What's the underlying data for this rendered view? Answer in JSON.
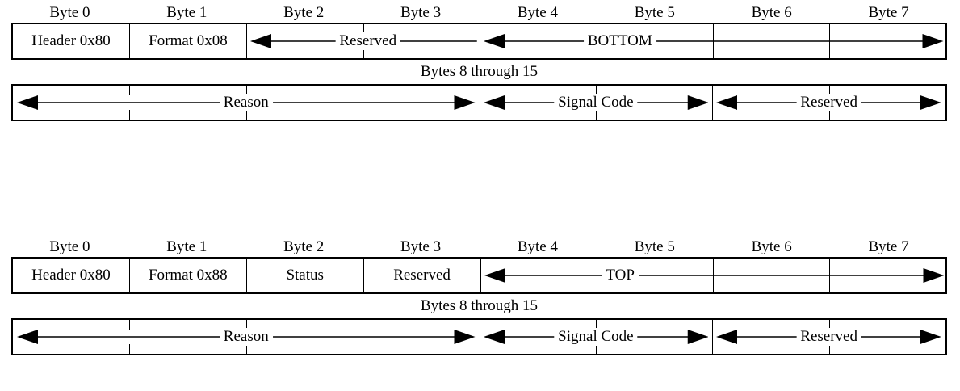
{
  "diagrams": [
    {
      "id": "bottom-message",
      "byte_labels": [
        "Byte 0",
        "Byte 1",
        "Byte 2",
        "Byte 3",
        "Byte 4",
        "Byte 5",
        "Byte 6",
        "Byte 7"
      ],
      "cells": [
        {
          "text": "Header 0x80",
          "bytes": 1,
          "kind": "text"
        },
        {
          "text": "Format 0x08",
          "bytes": 1,
          "kind": "text"
        },
        {
          "text": "Reserved",
          "bytes": 2,
          "kind": "span-arrow-left"
        },
        {
          "text": "BOTTOM",
          "bytes": 4,
          "kind": "span-arrow-both"
        }
      ],
      "caption": "Bytes 8 through 15",
      "fields": [
        {
          "label": "Reason",
          "bytes": 4
        },
        {
          "label": "Signal Code",
          "bytes": 2
        },
        {
          "label": "Reserved",
          "bytes": 2
        }
      ]
    },
    {
      "id": "top-message",
      "byte_labels": [
        "Byte 0",
        "Byte 1",
        "Byte 2",
        "Byte 3",
        "Byte 4",
        "Byte 5",
        "Byte 6",
        "Byte 7"
      ],
      "cells": [
        {
          "text": "Header 0x80",
          "bytes": 1,
          "kind": "text"
        },
        {
          "text": "Format 0x88",
          "bytes": 1,
          "kind": "text"
        },
        {
          "text": "Status",
          "bytes": 1,
          "kind": "text"
        },
        {
          "text": "Reserved",
          "bytes": 1,
          "kind": "text"
        },
        {
          "text": "TOP",
          "bytes": 4,
          "kind": "span-arrow-both"
        }
      ],
      "caption": "Bytes 8 through 15",
      "fields": [
        {
          "label": "Reason",
          "bytes": 4
        },
        {
          "label": "Signal Code",
          "bytes": 2
        },
        {
          "label": "Reserved",
          "bytes": 2
        }
      ]
    }
  ],
  "style": {
    "line_color": "#000000",
    "background": "#ffffff"
  }
}
